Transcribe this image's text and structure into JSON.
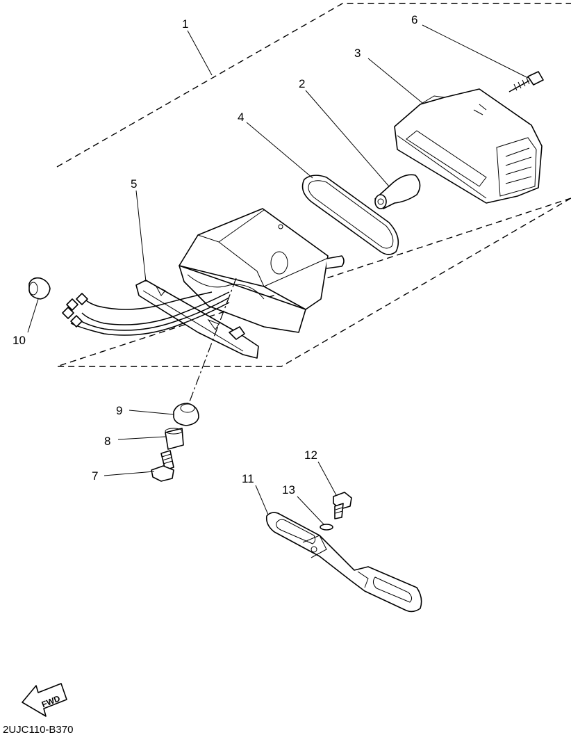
{
  "callouts": [
    "1",
    "2",
    "3",
    "4",
    "5",
    "6",
    "7",
    "8",
    "9",
    "10",
    "11",
    "12",
    "13"
  ],
  "direction_arrow": {
    "label": "FWD",
    "icon": "fwd-arrow-icon"
  },
  "drawing_code": "2UJC110-B370"
}
